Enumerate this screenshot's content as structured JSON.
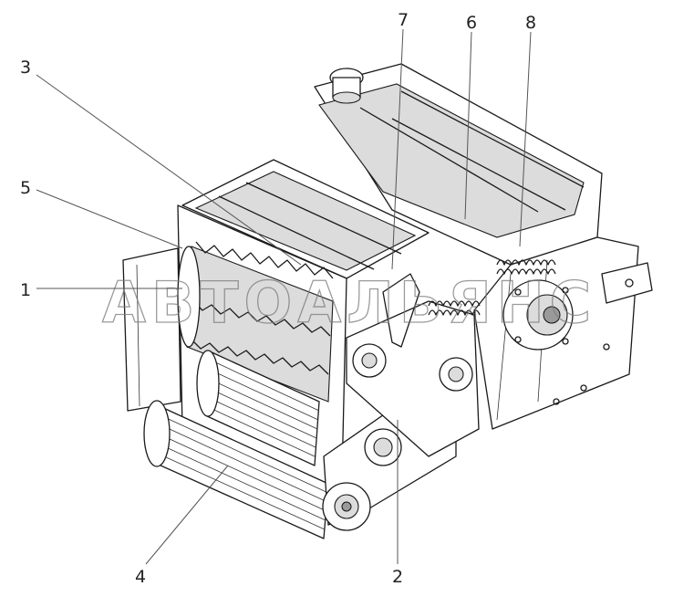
{
  "diagram": {
    "watermark_text": "АВТОАЛЬЯНС",
    "callouts": [
      {
        "id": "1",
        "label": "1"
      },
      {
        "id": "2",
        "label": "2"
      },
      {
        "id": "3",
        "label": "3"
      },
      {
        "id": "4",
        "label": "4"
      },
      {
        "id": "5",
        "label": "5"
      },
      {
        "id": "6",
        "label": "6"
      },
      {
        "id": "7",
        "label": "7"
      },
      {
        "id": "8",
        "label": "8"
      }
    ]
  }
}
